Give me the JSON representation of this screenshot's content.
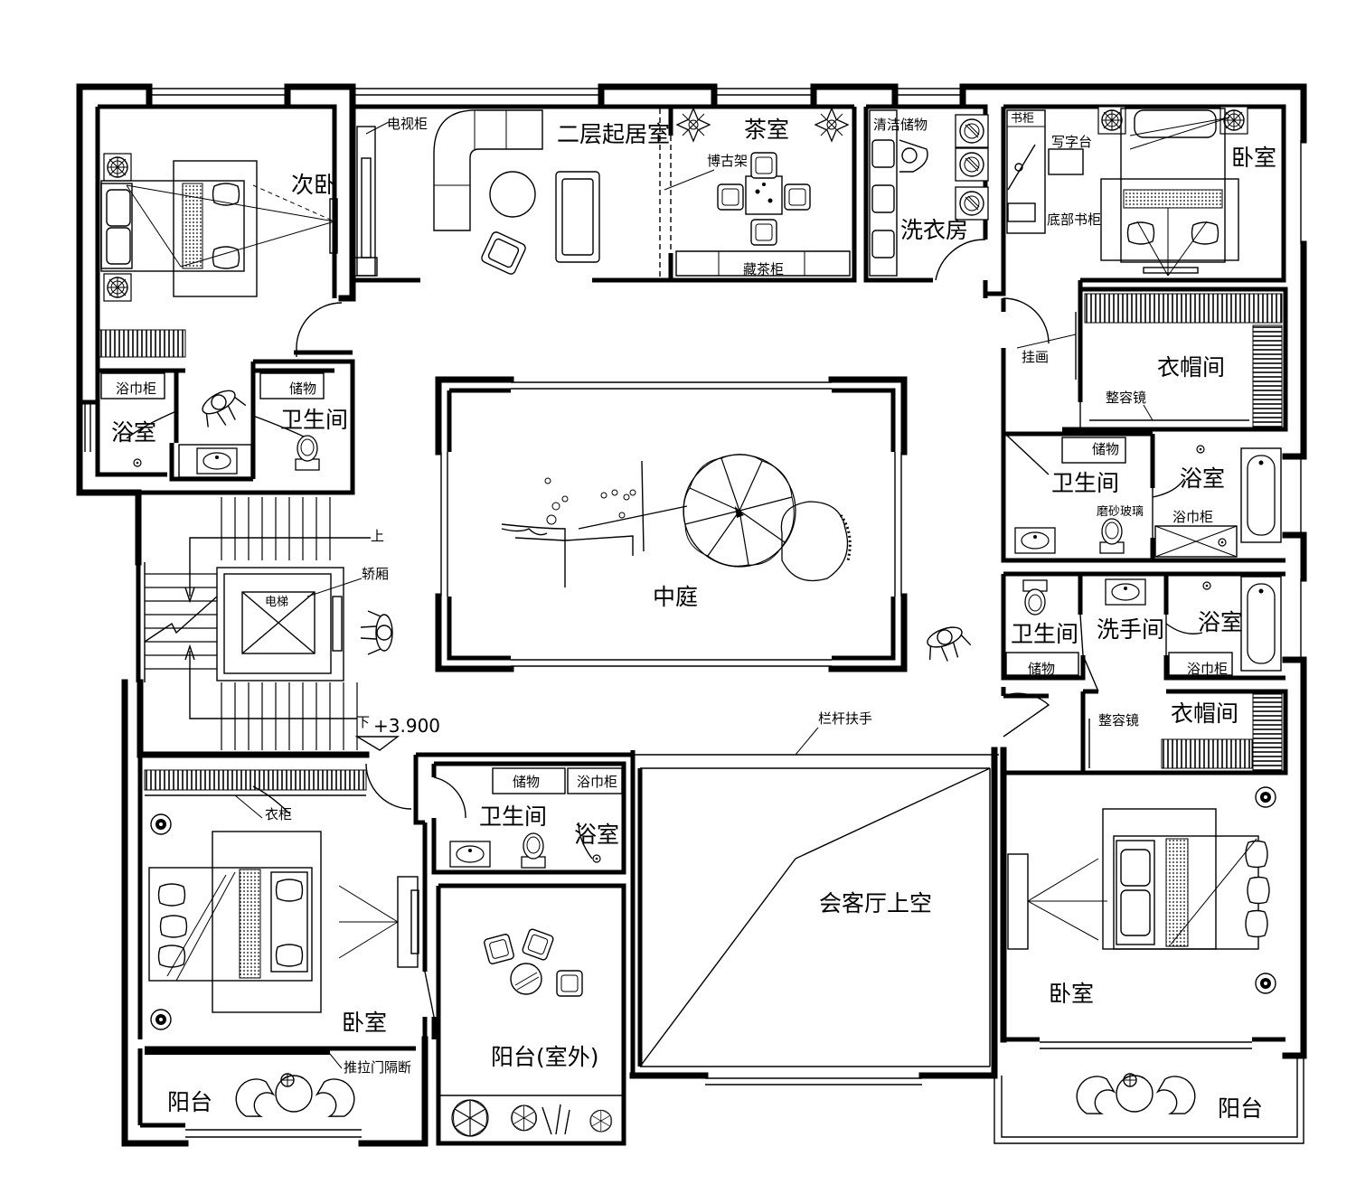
{
  "labels": {
    "secondary_bedroom": "次卧",
    "tv_cabinet": "电视柜",
    "second_floor_living": "二层起居室",
    "tea_room": "茶室",
    "antique_shelf": "博古架",
    "tea_cabinet": "藏茶柜",
    "cleaning_storage": "清洁储物",
    "laundry_room": "洗衣房",
    "bookshelf": "书柜",
    "writing_desk": "写字台",
    "bottom_bookshelf": "底部书柜",
    "bedroom_ne": "卧室",
    "towel_cabinet_nw": "浴巾柜",
    "storage_nw": "储物",
    "bath_nw": "浴室",
    "toilet_nw": "卫生间",
    "up": "上",
    "elevator_car": "轿厢",
    "elevator": "电梯",
    "down": "下",
    "elevation": "+3.900",
    "courtyard": "中庭",
    "painting": "挂画",
    "wardrobe_ne": "衣帽间",
    "mirror_ne": "整容镜",
    "storage_e1": "储物",
    "toilet_e1": "卫生间",
    "bath_e1": "浴室",
    "frosted_glass": "磨砂玻璃",
    "towel_e1": "浴巾柜",
    "toilet_e2": "卫生间",
    "wash_room": "洗手间",
    "bath_e2": "浴室",
    "storage_e2": "储物",
    "towel_e2": "浴巾柜",
    "mirror_e2": "整容镜",
    "wardrobe_e2": "衣帽间",
    "railing": "栏杆扶手",
    "wardrobe_sw": "衣柜",
    "storage_s": "储物",
    "towel_s": "浴巾柜",
    "toilet_s": "卫生间",
    "bath_s": "浴室",
    "bedroom_sw": "卧室",
    "sliding_door": "推拉门隔断",
    "balcony_sw": "阳台",
    "balcony_outdoor": "阳台(室外)",
    "reception_void": "会客厅上空",
    "bedroom_se": "卧室",
    "balcony_se": "阳台"
  }
}
